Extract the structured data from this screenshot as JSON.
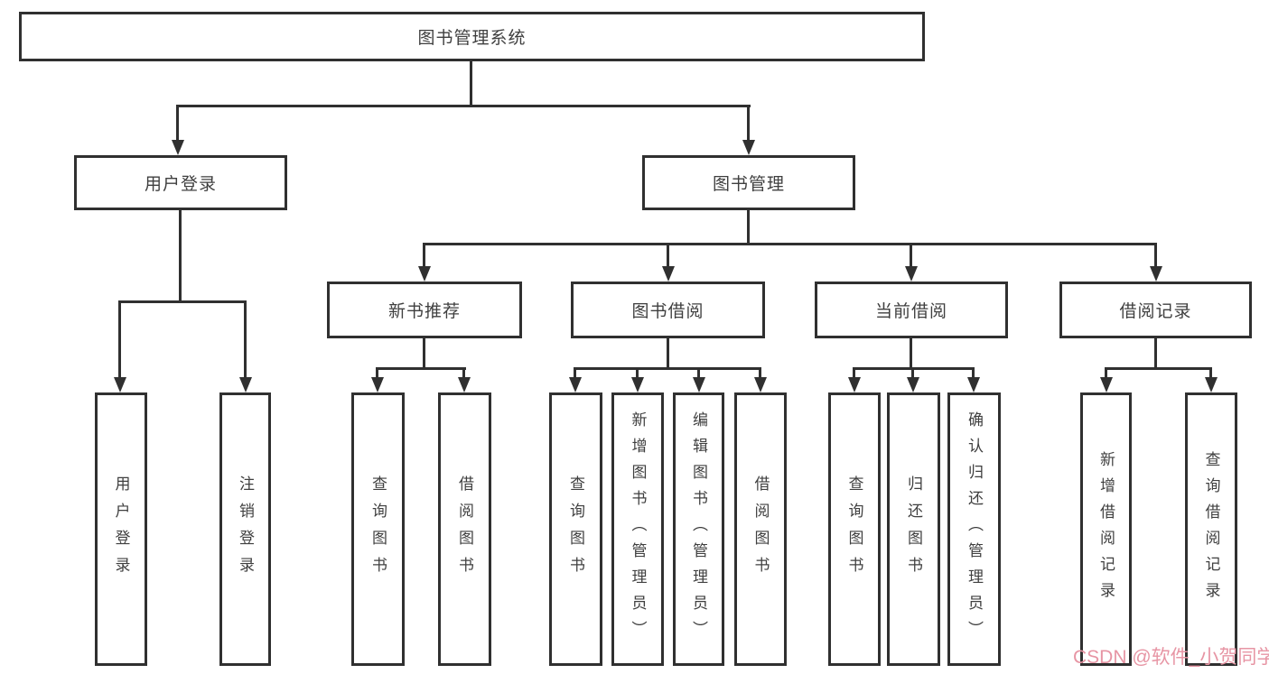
{
  "diagram": {
    "type": "hierarchy-tree",
    "watermark": "CSDN @软件_小贺同学",
    "colors": {
      "line": "#303030",
      "text": "#3f3f3f",
      "watermark": "#e795a4",
      "background": "#ffffff"
    },
    "tree": {
      "root": {
        "label": "图书管理系统",
        "children": [
          {
            "label": "用户登录",
            "children": [
              {
                "label": "用户登录"
              },
              {
                "label": "注销登录"
              }
            ]
          },
          {
            "label": "图书管理",
            "children": [
              {
                "label": "新书推荐",
                "children": [
                  {
                    "label": "查询图书"
                  },
                  {
                    "label": "借阅图书"
                  }
                ]
              },
              {
                "label": "图书借阅",
                "children": [
                  {
                    "label": "查询图书"
                  },
                  {
                    "label": "新增图书（管理员）"
                  },
                  {
                    "label": "编辑图书（管理员）"
                  },
                  {
                    "label": "借阅图书"
                  }
                ]
              },
              {
                "label": "当前借阅",
                "children": [
                  {
                    "label": "查询图书"
                  },
                  {
                    "label": "归还图书"
                  },
                  {
                    "label": "确认归还（管理员）"
                  }
                ]
              },
              {
                "label": "借阅记录",
                "children": [
                  {
                    "label": "新增借阅记录"
                  },
                  {
                    "label": "查询借阅记录"
                  }
                ]
              }
            ]
          }
        ]
      }
    }
  }
}
